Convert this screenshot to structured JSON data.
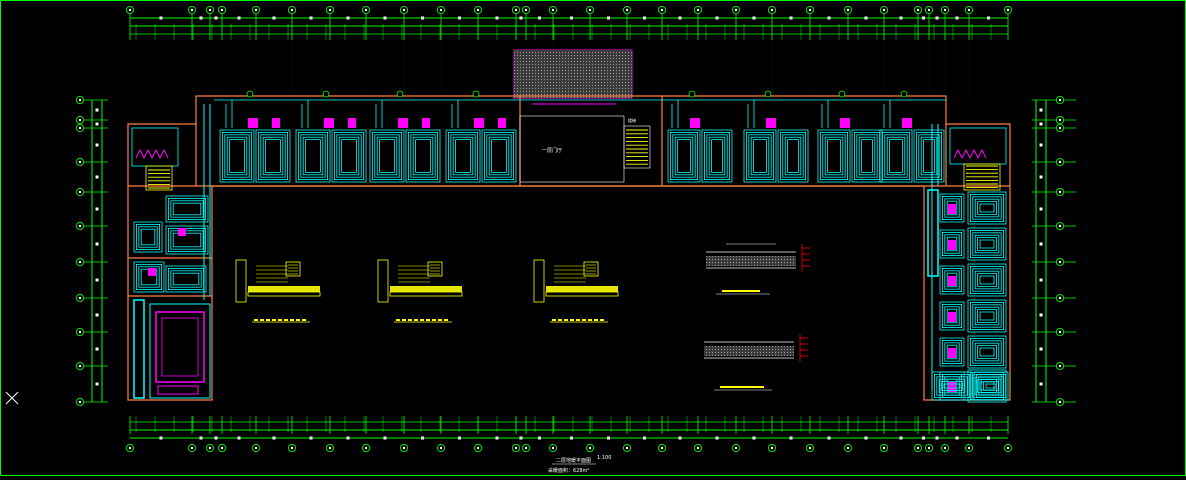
{
  "drawing": {
    "title": "二层地暖平面图",
    "scale": "1:100",
    "area_note": "采暖面积：628m²",
    "hall_label": "一层门厅",
    "stair_label": "楼梯"
  },
  "colors": {
    "background": "#000000",
    "grid_line": "#00ff00",
    "wall": "#ff8040",
    "pipe": "#00ffff",
    "manifold": "#ff00ff",
    "detail": "#ffff00",
    "annotation": "#ff0000",
    "text": "#ffffff"
  },
  "icons": {
    "cursor": "crosshair-icon"
  }
}
